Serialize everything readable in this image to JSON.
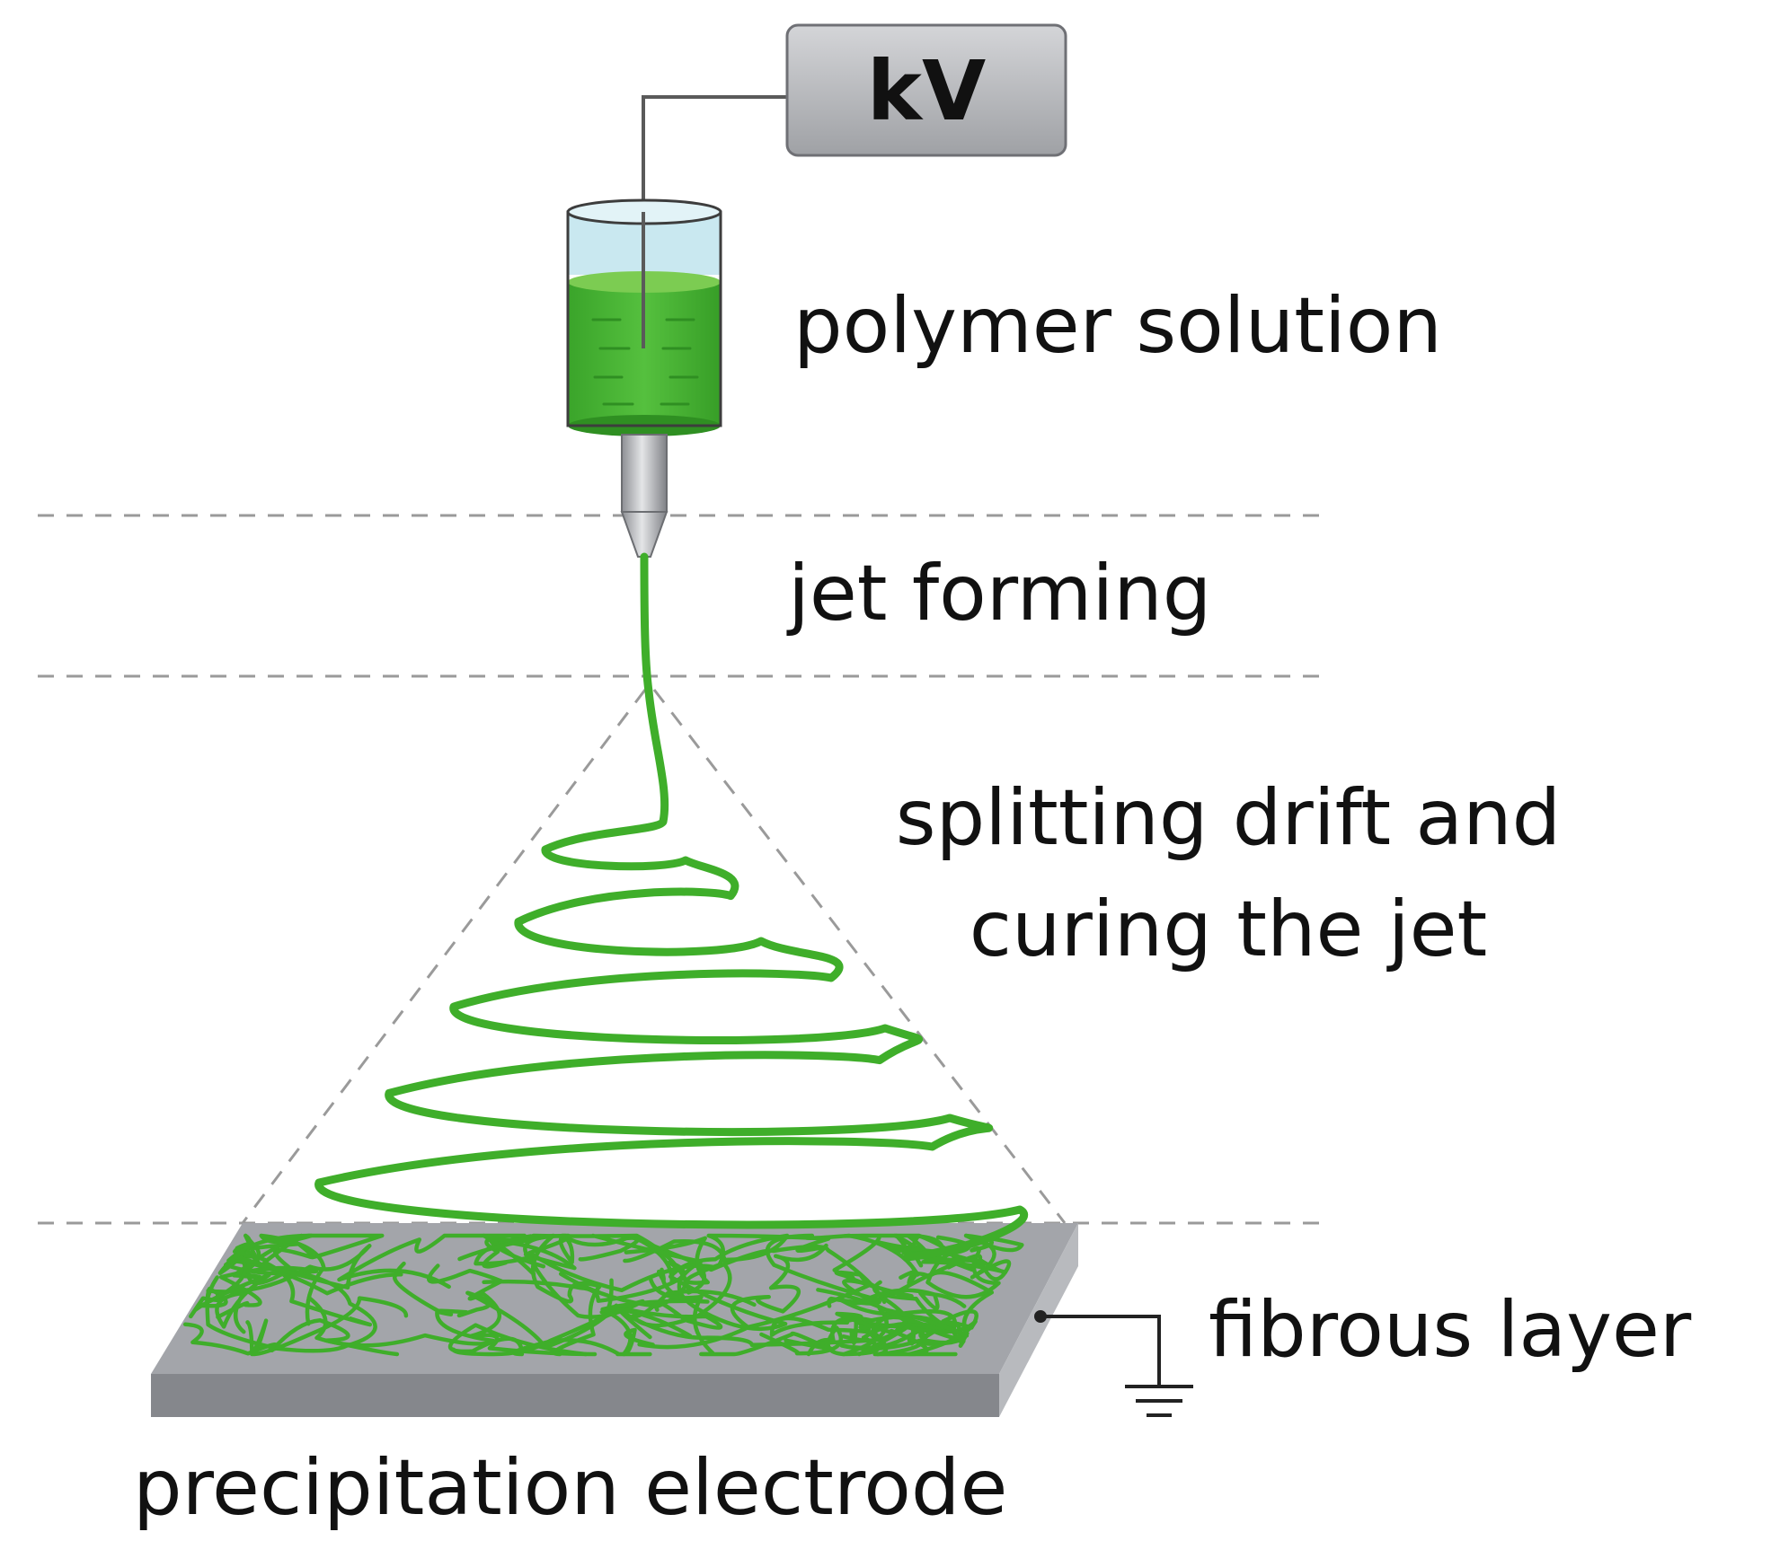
{
  "power_supply": {
    "label": "kV"
  },
  "labels": {
    "polymer_solution": "polymer solution",
    "jet_forming": "jet forming",
    "splitting_line1": "splitting drift and",
    "splitting_line2": "curing the jet",
    "fibrous_layer": "fibrous layer",
    "precipitation_electrode": "precipitation electrode"
  },
  "colors": {
    "fiber_green": "#3fae2a",
    "solution_green": "#4cbb35",
    "solution_light": "#c9e8f0",
    "metal_gray": "#a9abb0",
    "box_gray": "#b9babd",
    "dashed_gray": "#9a9a9a",
    "plate_top": "#a3a5aa",
    "plate_front": "#85878c"
  }
}
